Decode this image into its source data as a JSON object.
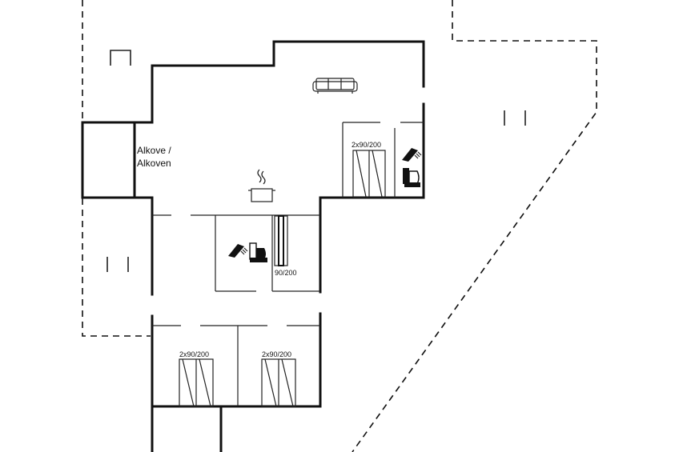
{
  "rooms": {
    "alcove_line1": "Alkove /",
    "alcove_line2": "Alkoven"
  },
  "beds": {
    "bedroom_top_right": "2x90/200",
    "bath_bed": "90/200",
    "bedroom_bottom_left": "2x90/200",
    "bedroom_bottom_right": "2x90/200"
  },
  "icons": [
    "sofa-icon",
    "stove-pot-icon",
    "shower-icon",
    "toilet-icon",
    "bed-icon",
    "chair-icon"
  ]
}
